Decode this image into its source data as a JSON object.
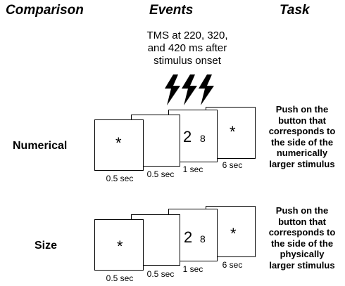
{
  "headers": {
    "comparison": "Comparison",
    "events": "Events",
    "task": "Task"
  },
  "tms_text": [
    "TMS at 220, 320,",
    "and 420 ms after",
    "stimulus onset"
  ],
  "rows": [
    {
      "label": "Numerical",
      "symbols": {
        "fixation": "*",
        "left_digit": "2",
        "right_digit": "8",
        "response": "*"
      },
      "durations": [
        "0.5 sec",
        "0.5 sec",
        "1 sec",
        "6 sec"
      ],
      "task_lines": [
        "Push on the",
        "button that",
        "corresponds to",
        "the side of the",
        "numerically",
        "larger stimulus"
      ]
    },
    {
      "label": "Size",
      "symbols": {
        "fixation": "*",
        "left_digit": "2",
        "right_digit": "8",
        "response": "*"
      },
      "durations": [
        "0.5 sec",
        "0.5 sec",
        "1 sec",
        "6 sec"
      ],
      "task_lines": [
        "Push on the",
        "button that",
        "corresponds to",
        "the side of the",
        "physically",
        "larger stimulus"
      ]
    }
  ]
}
